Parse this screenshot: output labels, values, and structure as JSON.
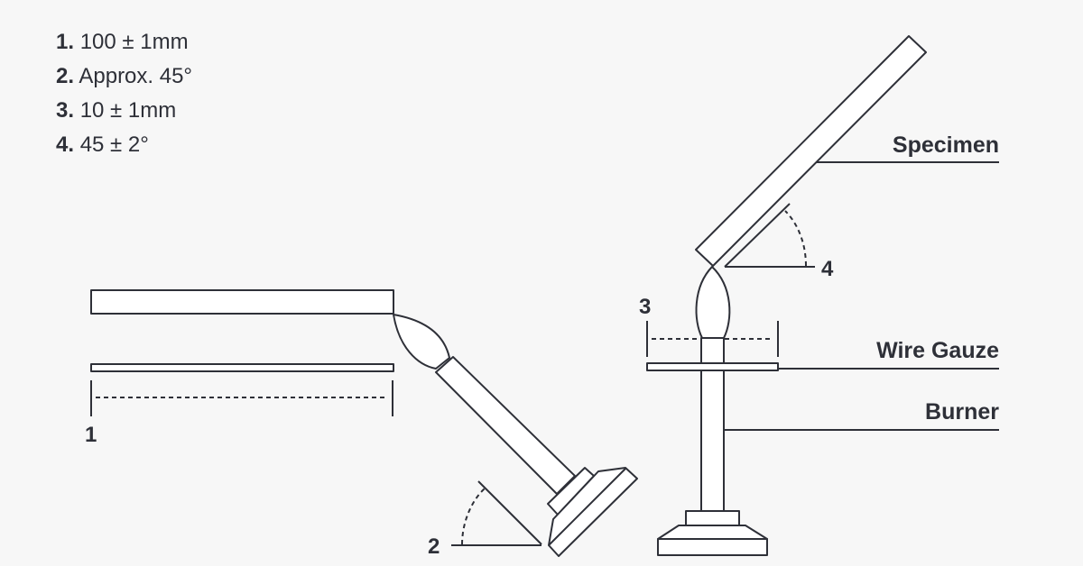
{
  "legend": [
    {
      "num": "1.",
      "text": "100 ± 1mm"
    },
    {
      "num": "2.",
      "text": "Approx. 45°"
    },
    {
      "num": "3.",
      "text": "10 ± 1mm"
    },
    {
      "num": "4.",
      "text": "45 ± 2°"
    }
  ],
  "labels": {
    "specimen": "Specimen",
    "wire_gauze": "Wire Gauze",
    "burner": "Burner"
  },
  "dimension_markers": [
    "1",
    "2",
    "3",
    "4"
  ],
  "colors": {
    "stroke": "#2e3038",
    "background": "#f7f7f7"
  }
}
